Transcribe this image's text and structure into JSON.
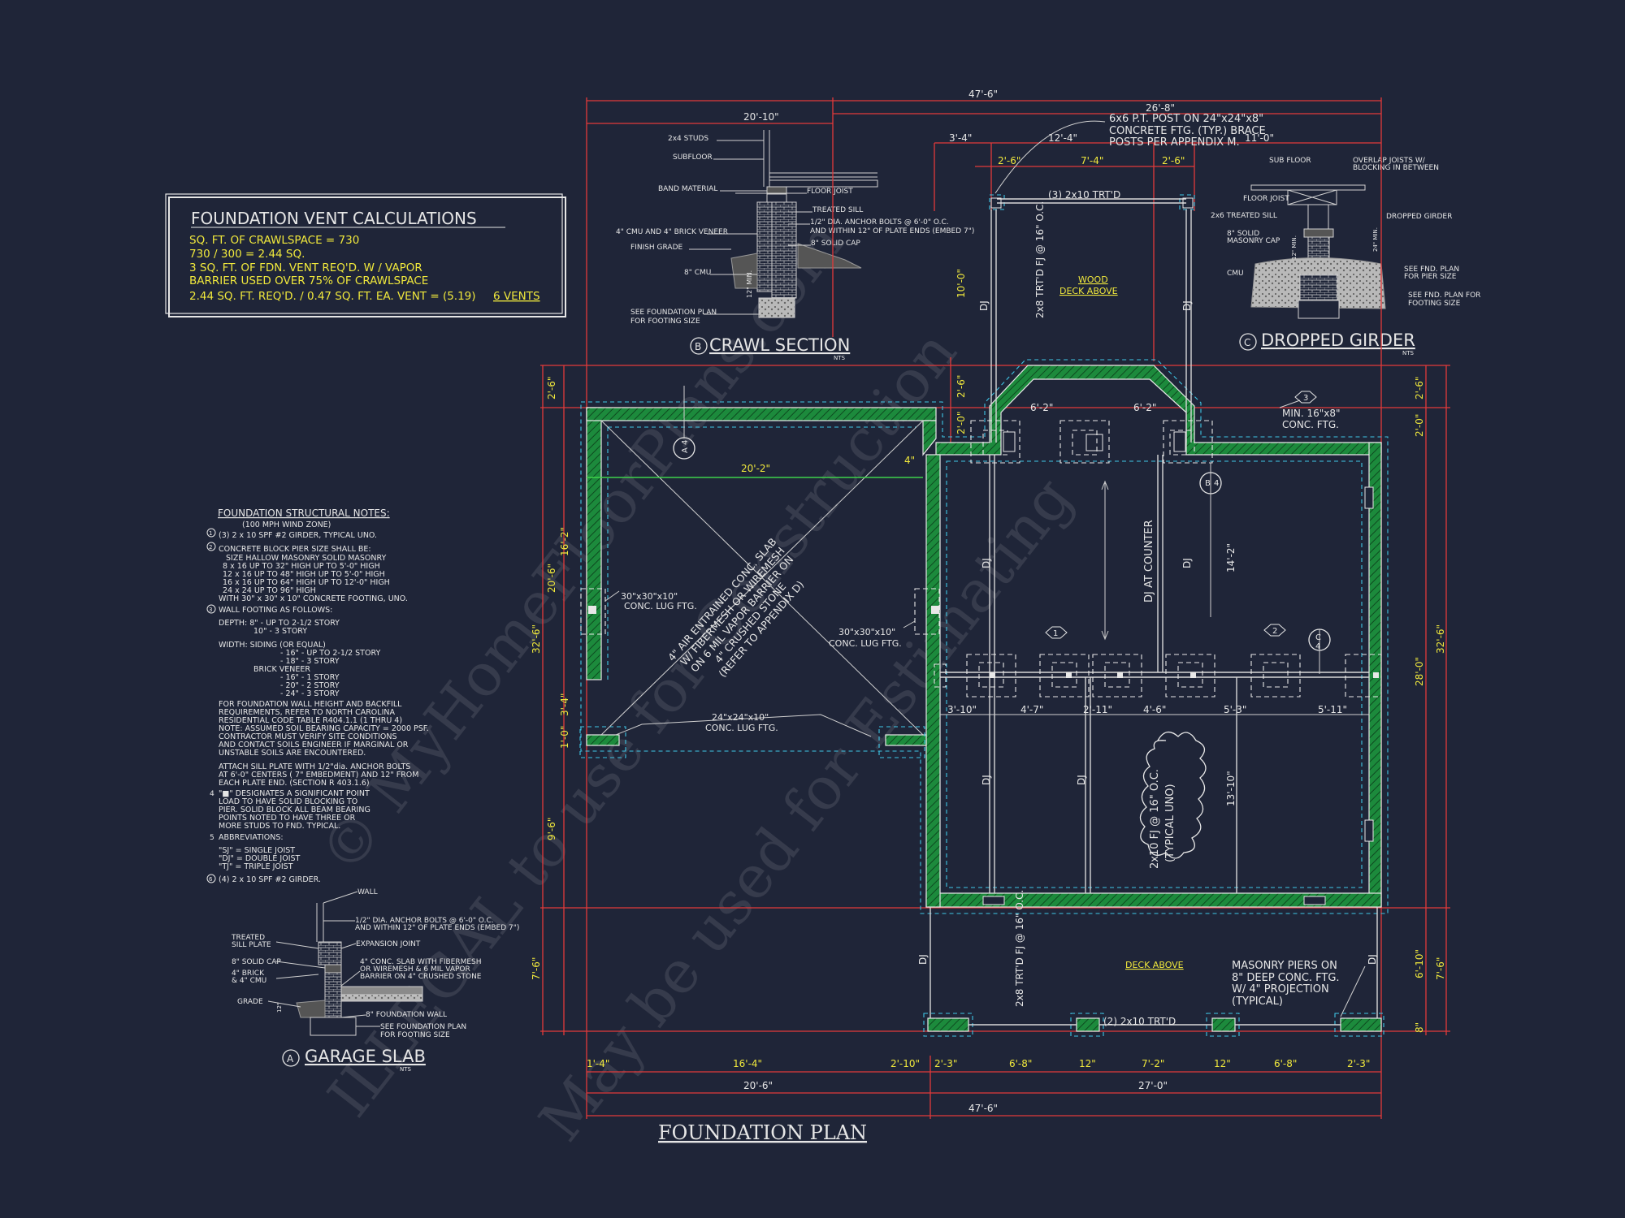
{
  "plan_title": "FOUNDATION PLAN",
  "vent_box": {
    "title": "FOUNDATION  VENT  CALCULATIONS",
    "lines": [
      "SQ. FT. OF CRAWLSPACE = 730",
      "730 / 300 = 2.44 SQ.",
      "3 SQ. FT. OF FDN. VENT REQ'D. W / VAPOR",
      "BARRIER USED OVER 75% OF CRAWLSPACE",
      "2.44 SQ. FT. REQ'D. / 0.47 SQ. FT. EA. VENT = (5.19)"
    ],
    "vents": "6 VENTS"
  },
  "struct_notes": {
    "title": "FOUNDATION STRUCTURAL NOTES:",
    "subtitle": "(100 MPH WIND ZONE)",
    "lines": [
      "(3) 2 x 10 SPF #2 GIRDER, TYPICAL UNO.",
      "CONCRETE BLOCK PIER SIZE SHALL BE:",
      "SIZE      HALLOW MASONRY    SOLID MASONRY",
      "8 x 16     UP TO 32\" HIGH     UP TO 5'-0\" HIGH",
      "12 x 16    UP TO 48\" HIGH     UP TO 5'-0\" HIGH",
      "16 x 16    UP TO 64\" HIGH     UP TO 12'-0\" HIGH",
      "24 x 24    UP TO 96\" HIGH",
      "WITH 30\" x 30\" x 10\" CONCRETE FOOTING, UNO.",
      "WALL FOOTING AS FOLLOWS:",
      "DEPTH:  8\" - UP TO 2-1/2 STORY",
      "10\" - 3 STORY",
      "WIDTH:   SIDING (OR EQUAL)",
      "- 16\" - UP TO 2-1/2 STORY",
      "- 18\" - 3 STORY",
      "BRICK VENEER",
      "- 16\" - 1 STORY",
      "- 20\" - 2 STORY",
      "- 24\" - 3 STORY",
      "FOR FOUNDATION WALL HEIGHT AND BACKFILL",
      "REQUIREMENTS, REFER TO NORTH CAROLINA",
      "RESIDENTIAL CODE TABLE R404.1.1 (1 THRU 4)",
      "NOTE: ASSUMED SOIL BEARING CAPACITY = 2000 PSF.",
      "CONTRACTOR MUST VERIFY SITE CONDITIONS",
      "AND CONTACT SOILS ENGINEER IF MARGINAL OR",
      "UNSTABLE SOILS ARE ENCOUNTERED.",
      "ATTACH SILL PLATE WITH 1/2\"dia. ANCHOR BOLTS",
      "AT 6'-0\" CENTERS ( 7\" EMBEDMENT) AND 12\" FROM",
      "EACH PLATE END. (SECTION R 403.1.6)",
      "\"■\" DESIGNATES A SIGNIFICANT POINT",
      "LOAD TO HAVE SOLID BLOCKING TO",
      "PIER. SOLID BLOCK ALL BEAM BEARING",
      "POINTS NOTED TO HAVE THREE OR",
      "MORE STUDS TO FND. TYPICAL.",
      "ABBREVIATIONS:",
      "\"SJ\" = SINGLE JOIST",
      "\"DJ\" = DOUBLE JOIST",
      "\"TJ\" = TRIPLE JOIST",
      "(4) 2 x 10 SPF #2 GIRDER."
    ]
  },
  "crawl_section": {
    "title": "CRAWL SECTION",
    "tag": "B",
    "nts": "NTS",
    "labels": [
      "2x4 STUDS",
      "SUBFLOOR",
      "BAND MATERIAL",
      "FLOOR JOIST",
      "TREATED SILL",
      "1/2\" DIA. ANCHOR BOLTS @ 6'-0\" O.C.",
      "AND WITHIN 12\" OF PLATE ENDS (EMBED 7\")",
      "8\" SOLID CAP",
      "4\" CMU AND 4\" BRICK VENEER",
      "FINISH GRADE",
      "8\" CMU",
      "SEE FOUNDATION PLAN",
      "FOR FOOTING SIZE",
      "12\" MIN."
    ]
  },
  "dropped_girder": {
    "title": "DROPPED GIRDER",
    "tag": "C",
    "nts": "NTS",
    "labels": [
      "SUB FLOOR",
      "OVERLAP JOISTS W/",
      "BLOCKING IN BETWEEN",
      "FLOOR JOIST",
      "2x6 TREATED SILL",
      "DROPPED GIRDER",
      "8\" SOLID",
      "MASONRY CAP",
      "CMU",
      "SEE FND. PLAN",
      "FOR PIER SIZE",
      "SEE FND. PLAN FOR",
      "FOOTING SIZE",
      "12\" MIN.",
      "24\" MIN."
    ]
  },
  "garage_slab": {
    "title": "GARAGE SLAB",
    "tag": "A",
    "nts": "NTS",
    "labels": [
      "WALL",
      "1/2\" DIA. ANCHOR BOLTS @ 6'-0\" O.C.",
      "AND WITHIN 12\" OF PLATE ENDS (EMBED 7\")",
      "TREATED",
      "SILL PLATE",
      "EXPANSION JOINT",
      "8\" SOLID CAP",
      "4\" BRICK",
      "& 4\" CMU",
      "4\" CONC. SLAB WITH FIBERMESH",
      "OR WIREMESH & 6 MIL VAPOR",
      "BARRIER ON 4\" CRUSHED STONE",
      "GRADE",
      "8\" FOUNDATION WALL",
      "SEE FOUNDATION PLAN",
      "FOR FOOTING SIZE",
      "12\""
    ]
  },
  "plan_notes": {
    "post_note": [
      "6x6 P.T. POST ON 24\"x24\"x8\"",
      "CONCRETE FTG. (TYP.) BRACE",
      "POSTS PER APPENDIX M."
    ],
    "deck_header": "(3) 2x10 TRT'D",
    "wood_deck": [
      "WOOD",
      "DECK ABOVE"
    ],
    "trtd_fj": "2x8 TRT'D FJ @ 16\" O.C.",
    "min_ftg": [
      "MIN. 16\"x8\"",
      "CONC. FTG."
    ],
    "slab_note": [
      "4\" AIR ENTRAINED CONC. SLAB",
      "W/ FIBERMESH OR WIREMESH",
      "ON 6 MIL VAPOR BARRIER ON",
      "4\" CRUSHED STONE",
      "(REFER TO APPENDIX D)"
    ],
    "lug_ftg_1": [
      "30\"x30\"x10\"",
      "CONC. LUG FTG."
    ],
    "lug_ftg_2": [
      "30\"x30\"x10\"",
      "CONC. LUG FTG."
    ],
    "lug_ftg_3": [
      "24\"x24\"x10\"",
      "CONC. LUG FTG."
    ],
    "dj": "DJ",
    "dj_counter": "DJ AT COUNTER",
    "fj_typ": [
      "2x10 FJ @ 16\" O.C.",
      "(TYPICAL UNO)"
    ],
    "deck_above": "DECK ABOVE",
    "masonry_piers": [
      "MASONRY PIERS ON",
      "8\" DEEP CONC. FTG.",
      "W/ 4\" PROJECTION",
      "(TYPICAL)"
    ],
    "bottom_header": "(2) 2x10 TRT'D",
    "markers": [
      "1",
      "2",
      "3",
      "4"
    ]
  },
  "dims": {
    "top_overall": "47'-6\"",
    "top_left": "20'-10\"",
    "top_right": "26'-8\"",
    "top_3_4": "3'-4\"",
    "top_12_4": "12'-4\"",
    "top_11_0": "11'-0\"",
    "top_2_6a": "2'-6\"",
    "top_7_4": "7'-4\"",
    "top_2_6b": "2'-6\"",
    "deck_10_0": "10'-0\"",
    "bay_6_2a": "6'-2\"",
    "bay_6_2b": "6'-2\"",
    "garage_20_2": "20'-2\"",
    "garage_4": "4\"",
    "left_2_6": "2'-6\"",
    "left_16_2": "16'-2\"",
    "left_20_6": "20'-6\"",
    "left_32_6": "32'-6\"",
    "left_3_4": "3'-4\"",
    "left_1_0": "1'-0\"",
    "left_9_6": "9'-6\"",
    "left_7_6": "7'-6\"",
    "bay_left_2_6": "2'-6\"",
    "bay_left_2_0": "2'-0\"",
    "right_2_6": "2'-6\"",
    "right_2_0": "2'-0\"",
    "right_28_0": "28'-0\"",
    "right_32_6": "32'-6\"",
    "right_6_10": "6'-10\"",
    "right_7_6": "7'-6\"",
    "right_8": "8\"",
    "mid_14_2": "14'-2\"",
    "mid_13_10": "13'-10\"",
    "row_3_10": "3'-10\"",
    "row_4_7": "4'-7\"",
    "row_2_11": "2'-11\"",
    "row_4_6": "4'-6\"",
    "row_5_3": "5'-3\"",
    "row_5_11": "5'-11\"",
    "bot_1_4": "1'-4\"",
    "bot_16_4": "16'-4\"",
    "bot_2_10": "2'-10\"",
    "bot_2_3a": "2'-3\"",
    "bot_6_8a": "6'-8\"",
    "bot_12a": "12\"",
    "bot_7_2": "7'-2\"",
    "bot_12b": "12\"",
    "bot_6_8b": "6'-8\"",
    "bot_2_3b": "2'-3\"",
    "bot_20_6": "20'-6\"",
    "bot_27_0": "27'-0\"",
    "bot_overall": "47'-6\""
  },
  "watermark": [
    "© MyHomeFloorPlans.com",
    "ILLEGAL to use for Construction",
    "May be used for Estimating"
  ],
  "colors": {
    "background": "#1f2538",
    "dimension": "#e23a3a",
    "hatch": "#22b04a",
    "note": "#f0e83c",
    "hidden": "#3fc6e6"
  }
}
